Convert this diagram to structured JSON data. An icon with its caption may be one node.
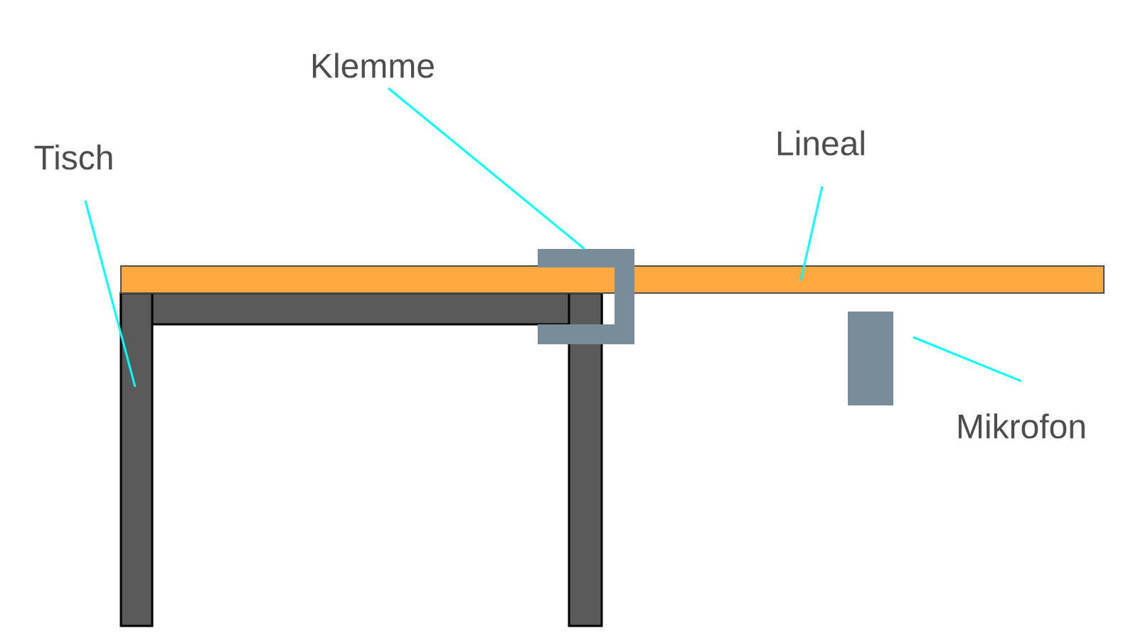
{
  "diagram": {
    "nodes": [
      {
        "text": [
          "Klemme"
        ]
      },
      {
        "text": [
          "Tisch"
        ]
      },
      {
        "text": [
          "Lineal"
        ]
      },
      {
        "text": [
          "Mikrofon"
        ]
      },
      {
        "text": [],
        "shape": "picture"
      },
      {
        "text": [],
        "shape": "picture"
      },
      {
        "text": [],
        "shape": "bar"
      },
      {
        "text": [],
        "shape": "box"
      }
    ],
    "edges": [
      {
        "from": 0,
        "to": 4,
        "arrow": "none"
      },
      {
        "from": 1,
        "to": 5,
        "arrow": "none"
      },
      {
        "from": 2,
        "to": 6,
        "arrow": "none"
      },
      {
        "from": 3,
        "to": 7,
        "arrow": "none"
      }
    ]
  }
}
